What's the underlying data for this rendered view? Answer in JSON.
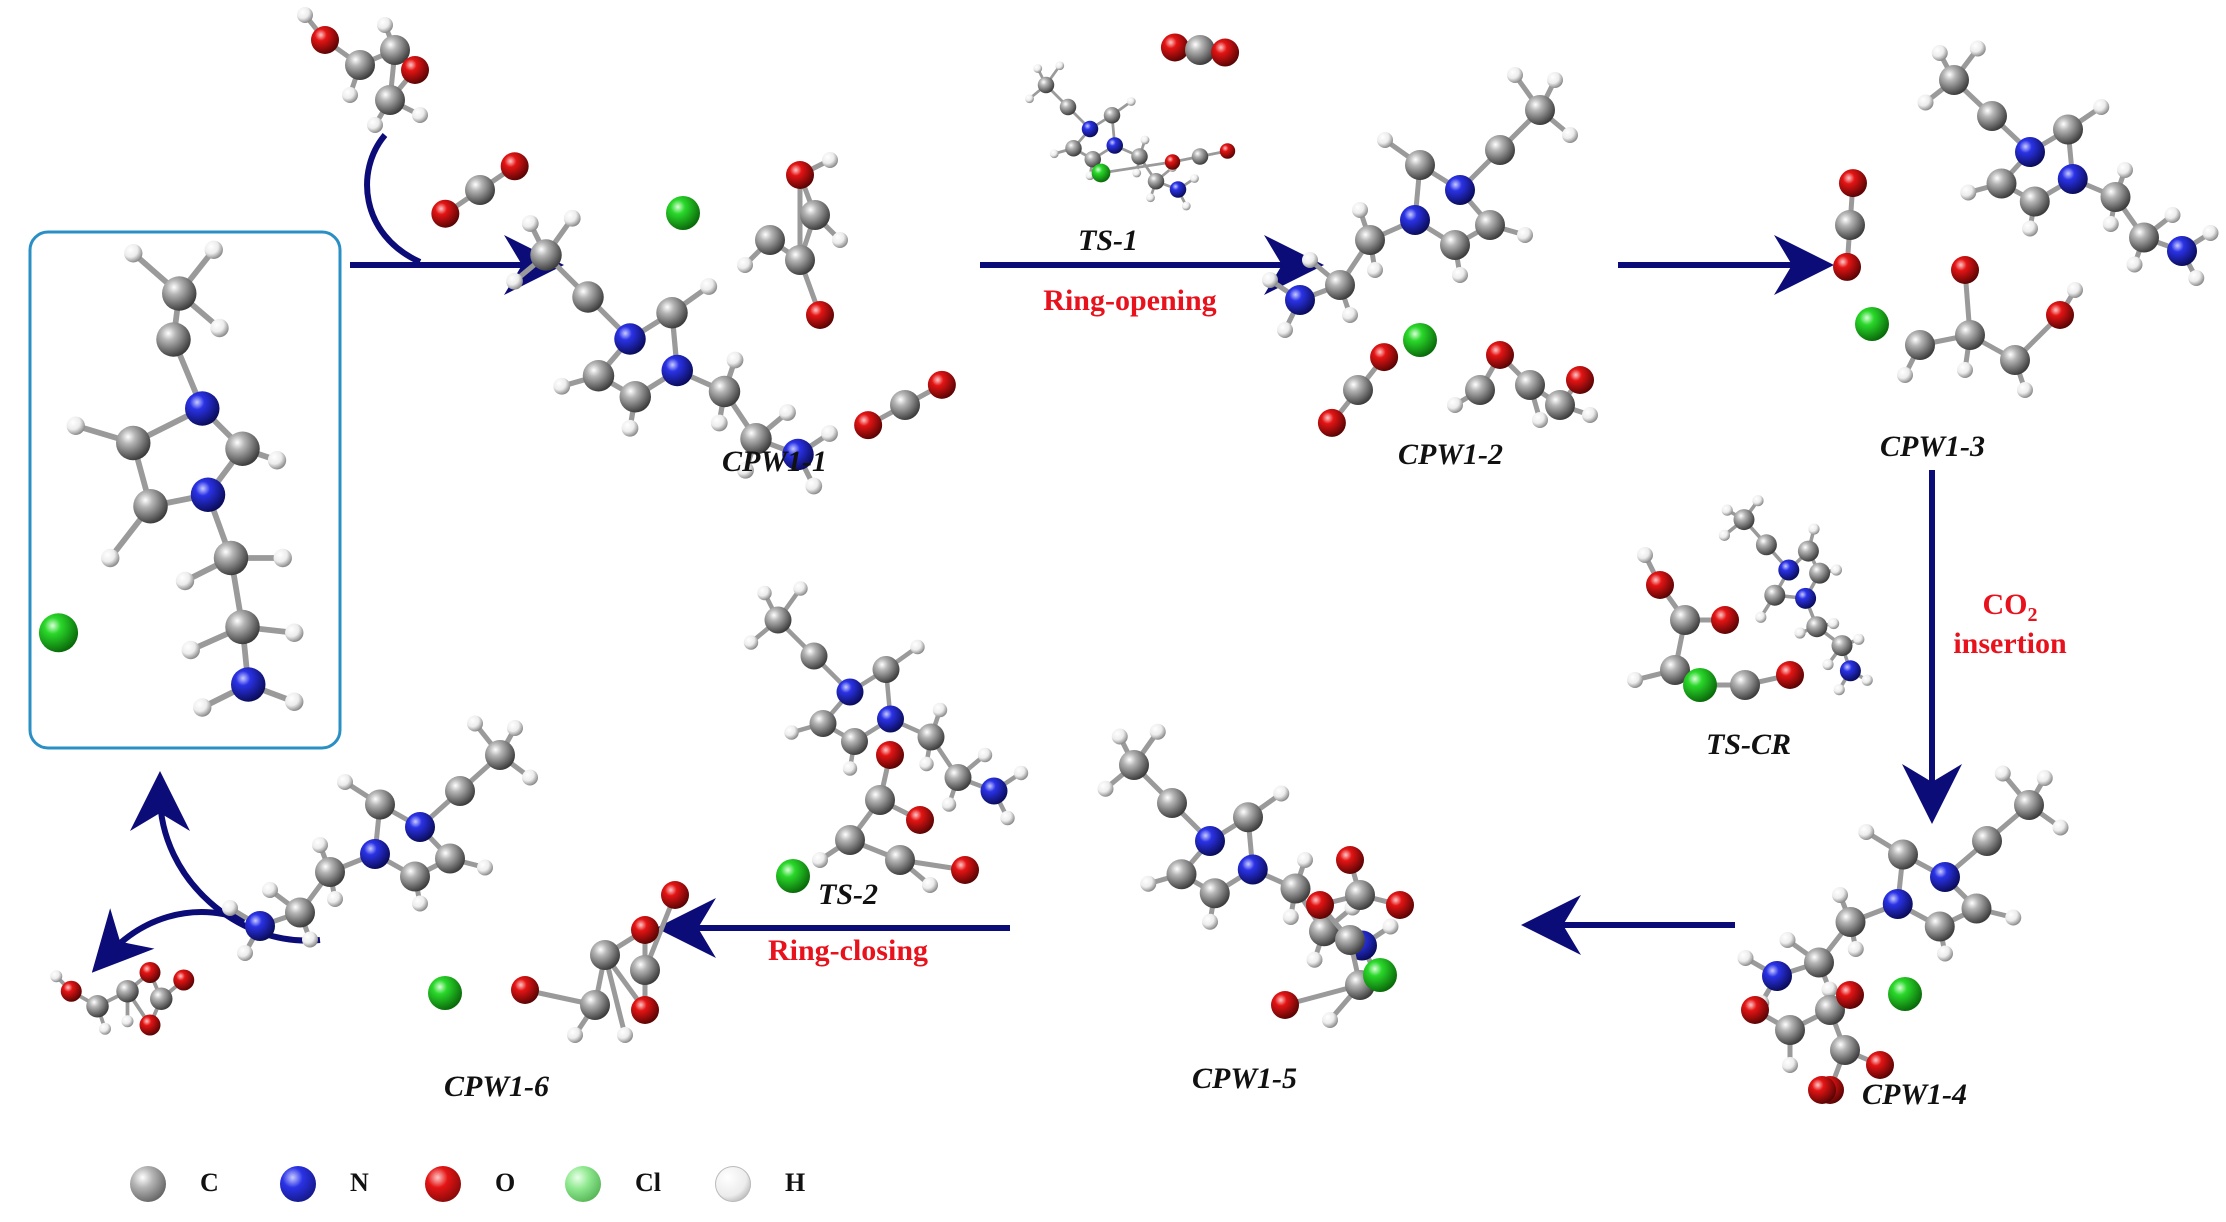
{
  "colors": {
    "carbon": "#7a7a7a",
    "nitrogen": "#1f24c8",
    "oxygen": "#cc0d0d",
    "chlorine": "#1ec81e",
    "hydrogen": "#f2f2f2",
    "arrow": "#0c0c78",
    "box": "#2a8fc4",
    "step_text": "#e8121d"
  },
  "labels": {
    "cpw1_1": "CPW1-1",
    "cpw1_2": "CPW1-2",
    "cpw1_3": "CPW1-3",
    "cpw1_4": "CPW1-4",
    "cpw1_5": "CPW1-5",
    "cpw1_6": "CPW1-6",
    "ts_1": "TS-1",
    "ts_2": "TS-2",
    "ts_cr": "TS-CR"
  },
  "steps": {
    "ring_opening": "Ring-opening",
    "co2": "CO",
    "co2_sub": "2",
    "insertion": "insertion",
    "ring_closing": "Ring-closing"
  },
  "legend": [
    {
      "symbol": "C",
      "element": "carbon"
    },
    {
      "symbol": "N",
      "element": "nitrogen"
    },
    {
      "symbol": "O",
      "element": "oxygen"
    },
    {
      "symbol": "Cl",
      "element": "chlorine"
    },
    {
      "symbol": "H",
      "element": "hydrogen"
    }
  ]
}
